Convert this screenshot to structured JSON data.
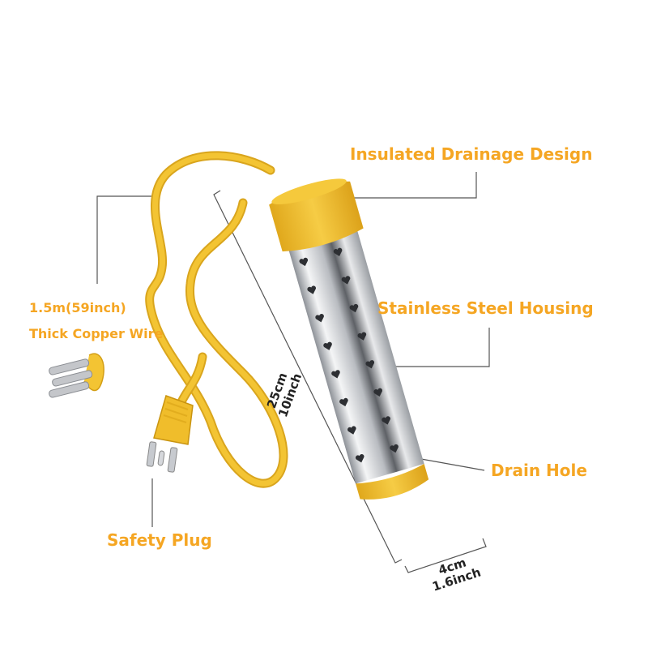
{
  "labels": {
    "drainage": "Insulated Drainage Design",
    "steel": "Stainless Steel Housing",
    "drain_hole": "Drain Hole",
    "wire_length": "1.5m(59inch)",
    "wire_type": "Thick Copper Wire",
    "plug": "Safety Plug"
  },
  "dimensions": {
    "length_cm": "25cm",
    "length_in": "10inch",
    "diameter_cm": "4cm",
    "diameter_in": "1.6inch"
  },
  "colors": {
    "accent": "#f5a623",
    "cable": "#f2c230",
    "steel": "#c9ccd1",
    "text_dark": "#222222"
  }
}
